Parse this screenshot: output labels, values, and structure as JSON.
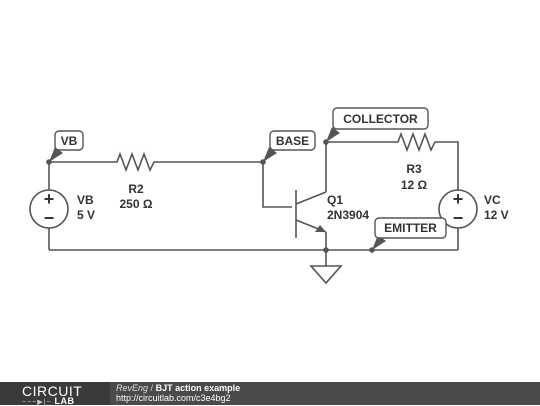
{
  "schematic": {
    "net_labels": {
      "vb": "VB",
      "base": "BASE",
      "collector": "COLLECTOR",
      "emitter": "EMITTER"
    },
    "vb_source": {
      "name": "VB",
      "value": "5 V"
    },
    "r2": {
      "name": "R2",
      "value": "250 Ω"
    },
    "q1": {
      "name": "Q1",
      "part": "2N3904"
    },
    "r3": {
      "name": "R3",
      "value": "12 Ω"
    },
    "vc_source": {
      "name": "VC",
      "value": "12 V"
    },
    "symbols": {
      "plus": "+",
      "minus": "−"
    },
    "colors": {
      "wire": "#555555",
      "text": "#333333",
      "footer": "#4a4a4a"
    }
  },
  "footer": {
    "logo_top": "CIRCUIT",
    "logo_bottom": "LAB",
    "author": "RevEng",
    "separator": "/",
    "title": "BJT action example",
    "url": "http://circuitlab.com/c3e4bg2"
  }
}
